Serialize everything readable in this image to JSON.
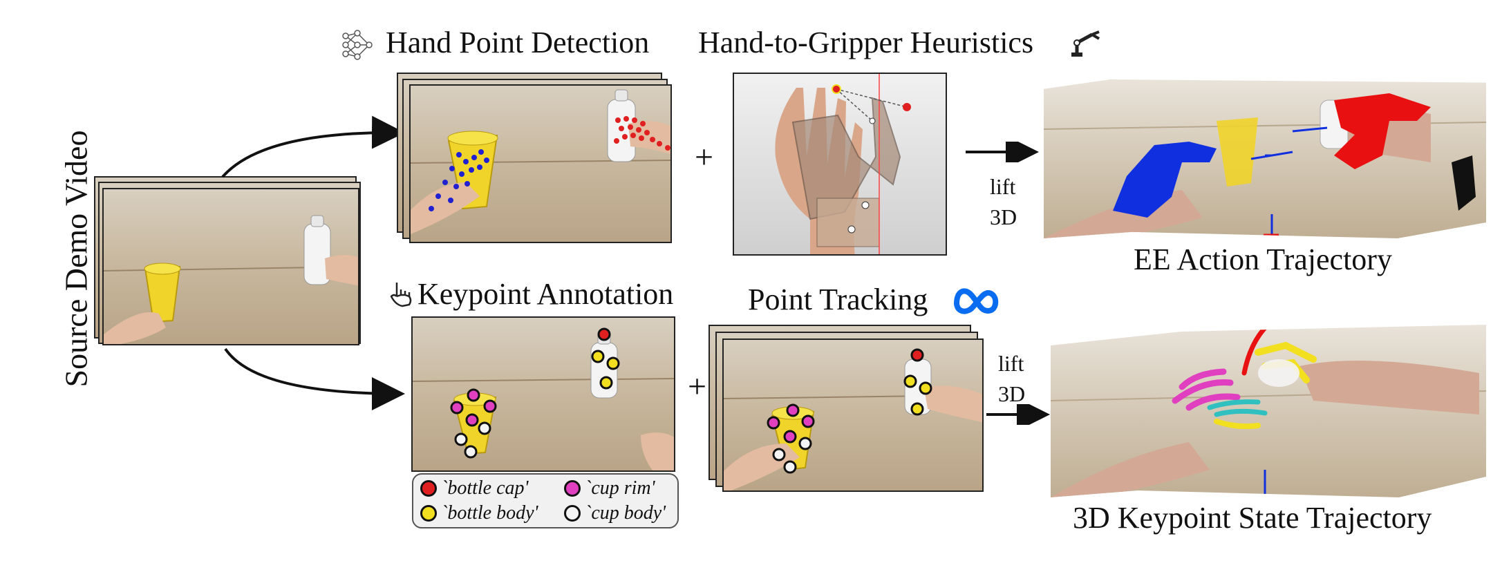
{
  "labels": {
    "source_video": "Source Demo Video",
    "hand_point_detection": "Hand Point Detection",
    "hand_to_gripper": "Hand-to-Gripper Heuristics",
    "keypoint_annotation": "Keypoint Annotation",
    "point_tracking": "Point Tracking",
    "plus_top": "+",
    "plus_bottom": "+",
    "lift_top": "lift",
    "lift_top_3d": "3D",
    "lift_bottom": "lift",
    "lift_bottom_3d": "3D",
    "ee_action": "EE Action Trajectory",
    "kp_state": "3D Keypoint State Trajectory"
  },
  "legend": [
    {
      "label": "`bottle cap'",
      "color": "#e02020"
    },
    {
      "label": "`cup rim'",
      "color": "#e040c0"
    },
    {
      "label": "`bottle body'",
      "color": "#f2e020"
    },
    {
      "label": "`cup body'",
      "color": "#f4f4f4"
    }
  ],
  "colors": {
    "right_hand_points": "#e02020",
    "left_hand_points": "#2020d0",
    "meta_logo": "#0a6cf0"
  }
}
